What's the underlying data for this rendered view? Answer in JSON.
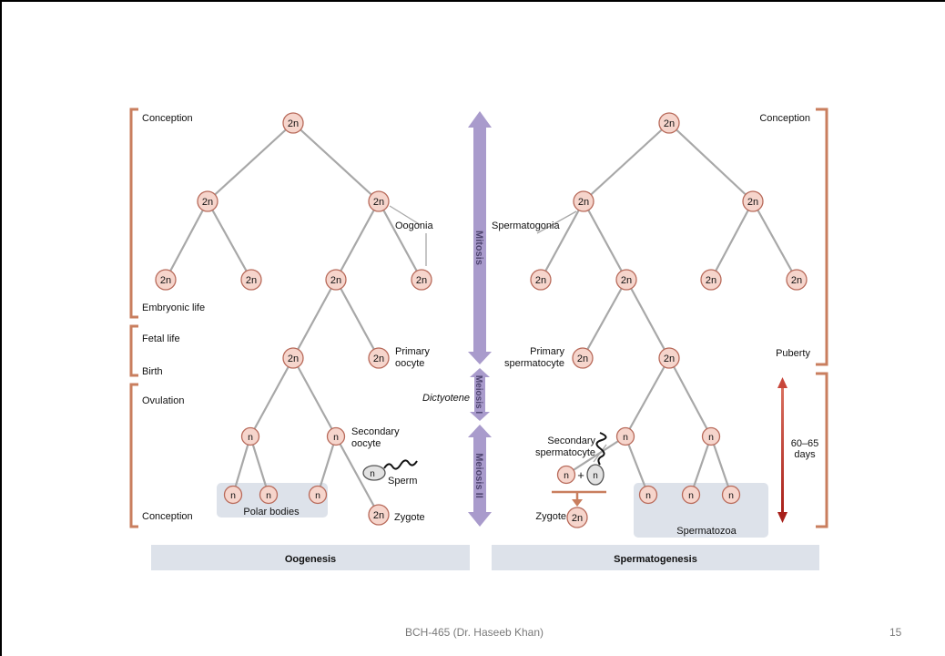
{
  "colors": {
    "bracket": "#c97e5e",
    "cell_fill": "#f6d5cc",
    "cell_stroke": "#b86a5a",
    "line": "#a8a8a8",
    "arrow": "#a99bcc",
    "arrow_text": "#4f4570",
    "panel": "#dfe3ea",
    "red_arrow": "#b23024"
  },
  "diagram": {
    "left_stages": {
      "conception_top": "Conception",
      "embryonic": "Embryonic life",
      "fetal": "Fetal life",
      "birth": "Birth",
      "ovulation": "Ovulation",
      "conception_bottom": "Conception"
    },
    "right_stages": {
      "conception": "Conception",
      "puberty": "Puberty",
      "days": [
        "60–65",
        "days"
      ]
    },
    "phases": {
      "mitosis": "Mitosis",
      "meiosis1": "Meiosis I",
      "meiosis2": "Meiosis II",
      "dictyotene": "Dictyotene"
    },
    "oogenesis_labels": {
      "oogonia": "Oogonia",
      "primary_oocyte": [
        "Primary",
        "oocyte"
      ],
      "secondary_oocyte": [
        "Secondary",
        "oocyte"
      ],
      "sperm": "Sperm",
      "polar_bodies": "Polar bodies",
      "zygote": "Zygote"
    },
    "spermatogenesis_labels": {
      "spermatogonia": "Spermatogonia",
      "primary_spermatocyte": [
        "Primary",
        "spermatocyte"
      ],
      "secondary_spermatocyte": [
        "Secondary",
        "spermatocyte"
      ],
      "zygote": "Zygote",
      "spermatozoa": "Spermatozoa",
      "plus": "+"
    },
    "ploidy": {
      "diploid": "2n",
      "haploid": "n"
    },
    "panel_titles": {
      "oogenesis": "Oogenesis",
      "spermatogenesis": "Spermatogenesis"
    }
  },
  "footer": {
    "text": "BCH-465 (Dr. Haseeb Khan)",
    "page_number": "15"
  }
}
